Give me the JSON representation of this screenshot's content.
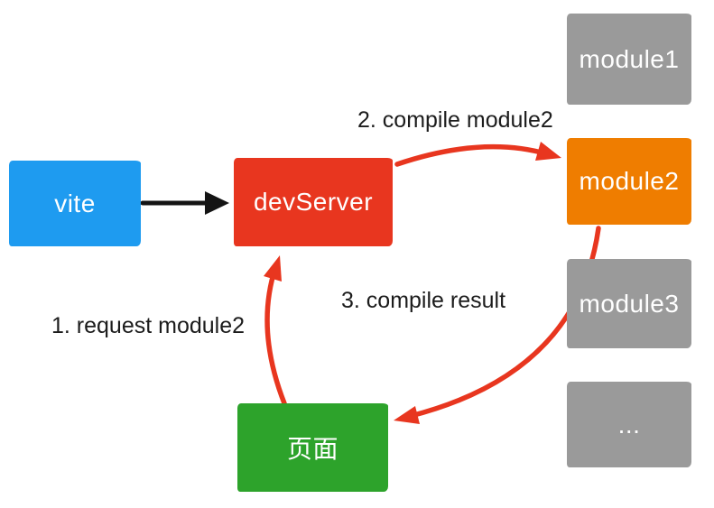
{
  "diagram": {
    "nodes": {
      "vite": {
        "label": "vite",
        "color": "#1e9bf0"
      },
      "devserver": {
        "label": "devServer",
        "color": "#e8361f"
      },
      "module1": {
        "label": "module1",
        "color": "#9a9a9a"
      },
      "module2": {
        "label": "module2",
        "color": "#ef7d00"
      },
      "module3": {
        "label": "module3",
        "color": "#9a9a9a"
      },
      "module_more": {
        "label": "...",
        "color": "#9a9a9a"
      },
      "page": {
        "label": "页面",
        "color": "#2da32b"
      }
    },
    "edge_labels": {
      "step1": "1. request module2",
      "step2": "2. compile module2",
      "step3": "3. compile result"
    },
    "colors": {
      "arrow_red": "#e8361f",
      "arrow_black": "#141414",
      "label_text": "#1c1c1c",
      "background": "#ffffff"
    }
  }
}
